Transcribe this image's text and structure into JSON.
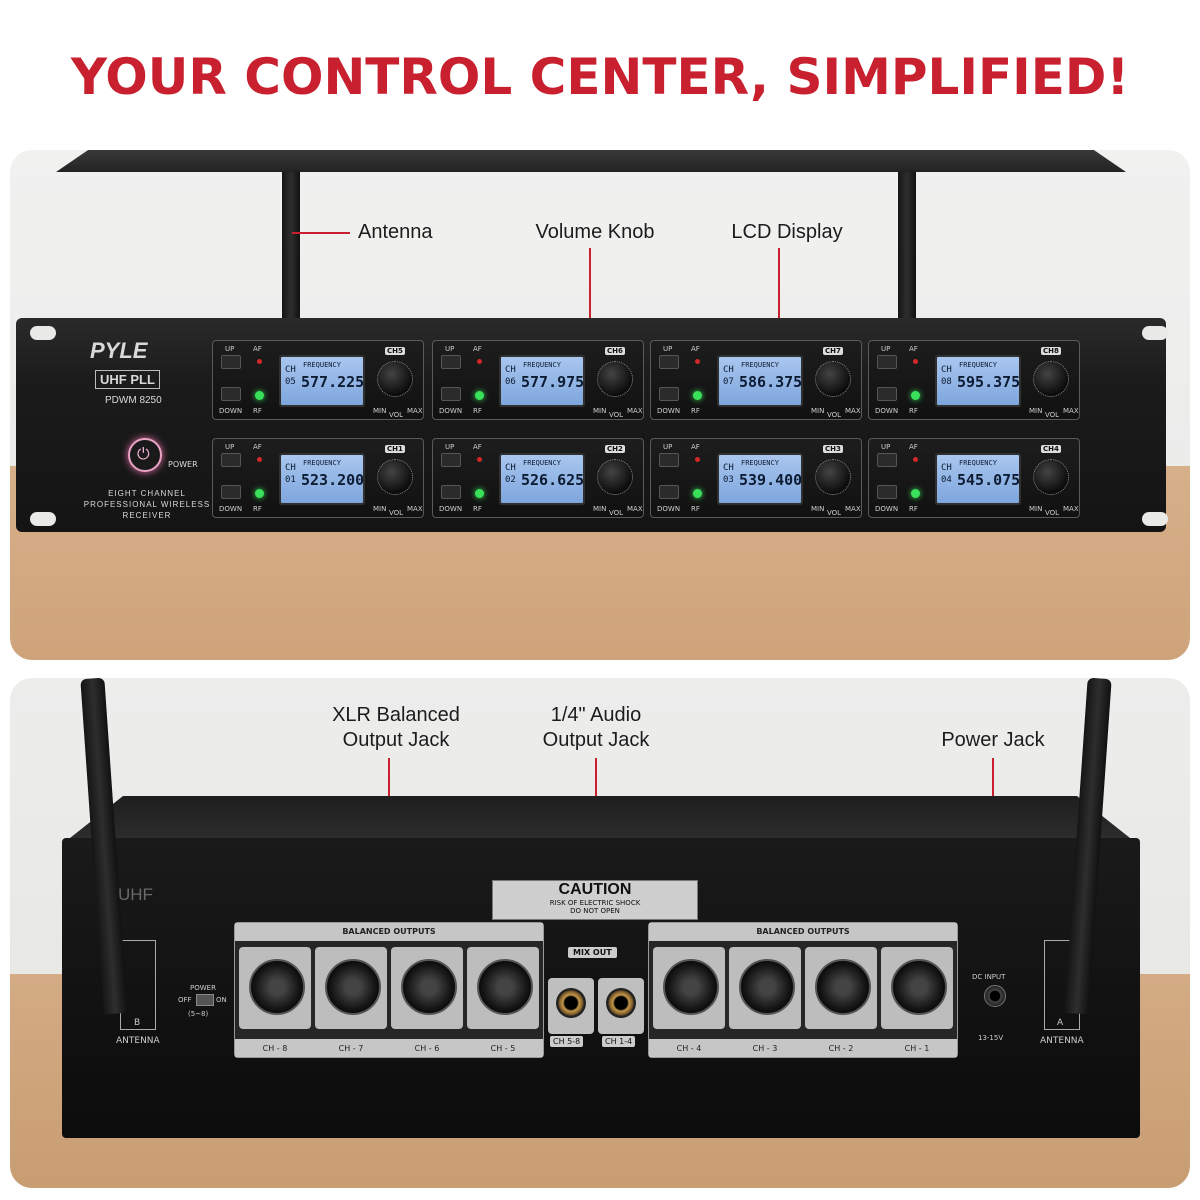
{
  "headline": "YOUR CONTROL CENTER, SIMPLIFIED!",
  "front": {
    "callouts": {
      "antenna": "Antenna",
      "volume_knob": "Volume Knob",
      "lcd_display": "LCD Display"
    },
    "brand": "PYLE",
    "badge": "UHF PLL",
    "model": "PDWM 8250",
    "power_label": "POWER",
    "description": "EIGHT CHANNEL PROFESSIONAL WIRELESS RECEIVER",
    "control_labels": {
      "up": "UP",
      "down": "DOWN",
      "af": "AF",
      "rf": "RF",
      "vol": "VOL",
      "min": "MIN",
      "max": "MAX",
      "ch": "CH",
      "frequency": "FREQUENCY"
    },
    "channels_top": [
      {
        "tag": "CH5",
        "ch": "05",
        "freq": "577.225"
      },
      {
        "tag": "CH6",
        "ch": "06",
        "freq": "577.975"
      },
      {
        "tag": "CH7",
        "ch": "07",
        "freq": "586.375"
      },
      {
        "tag": "CH8",
        "ch": "08",
        "freq": "595.375"
      }
    ],
    "channels_bottom": [
      {
        "tag": "CH1",
        "ch": "01",
        "freq": "523.200"
      },
      {
        "tag": "CH2",
        "ch": "02",
        "freq": "526.625"
      },
      {
        "tag": "CH3",
        "ch": "03",
        "freq": "539.400"
      },
      {
        "tag": "CH4",
        "ch": "04",
        "freq": "545.075"
      }
    ]
  },
  "rear": {
    "callouts": {
      "xlr": [
        "XLR Balanced",
        "Output Jack"
      ],
      "quarter": [
        "1/4\" Audio",
        "Output Jack"
      ],
      "power": "Power Jack"
    },
    "uhf_print": "UHF",
    "caution_title": "CAUTION",
    "caution_sub": [
      "RISK OF ELECTRIC SHOCK",
      "DO NOT OPEN"
    ],
    "balanced_outputs": "BALANCED OUTPUTS",
    "mix_out": "MIX OUT",
    "left_xlr_labels": [
      "CH - 8",
      "CH - 7",
      "CH - 6",
      "CH - 5"
    ],
    "right_xlr_labels": [
      "CH - 4",
      "CH - 3",
      "CH - 2",
      "CH - 1"
    ],
    "jack_labels": [
      "CH 5-8",
      "CH 1-4"
    ],
    "antenna_b": "B",
    "antenna_a": "A",
    "antenna_label": "ANTENNA",
    "power_switch": {
      "label": "POWER",
      "off": "OFF",
      "on": "ON",
      "range": "(5~8)"
    },
    "dc_input": "DC INPUT",
    "dc_rating": "13-15V"
  }
}
